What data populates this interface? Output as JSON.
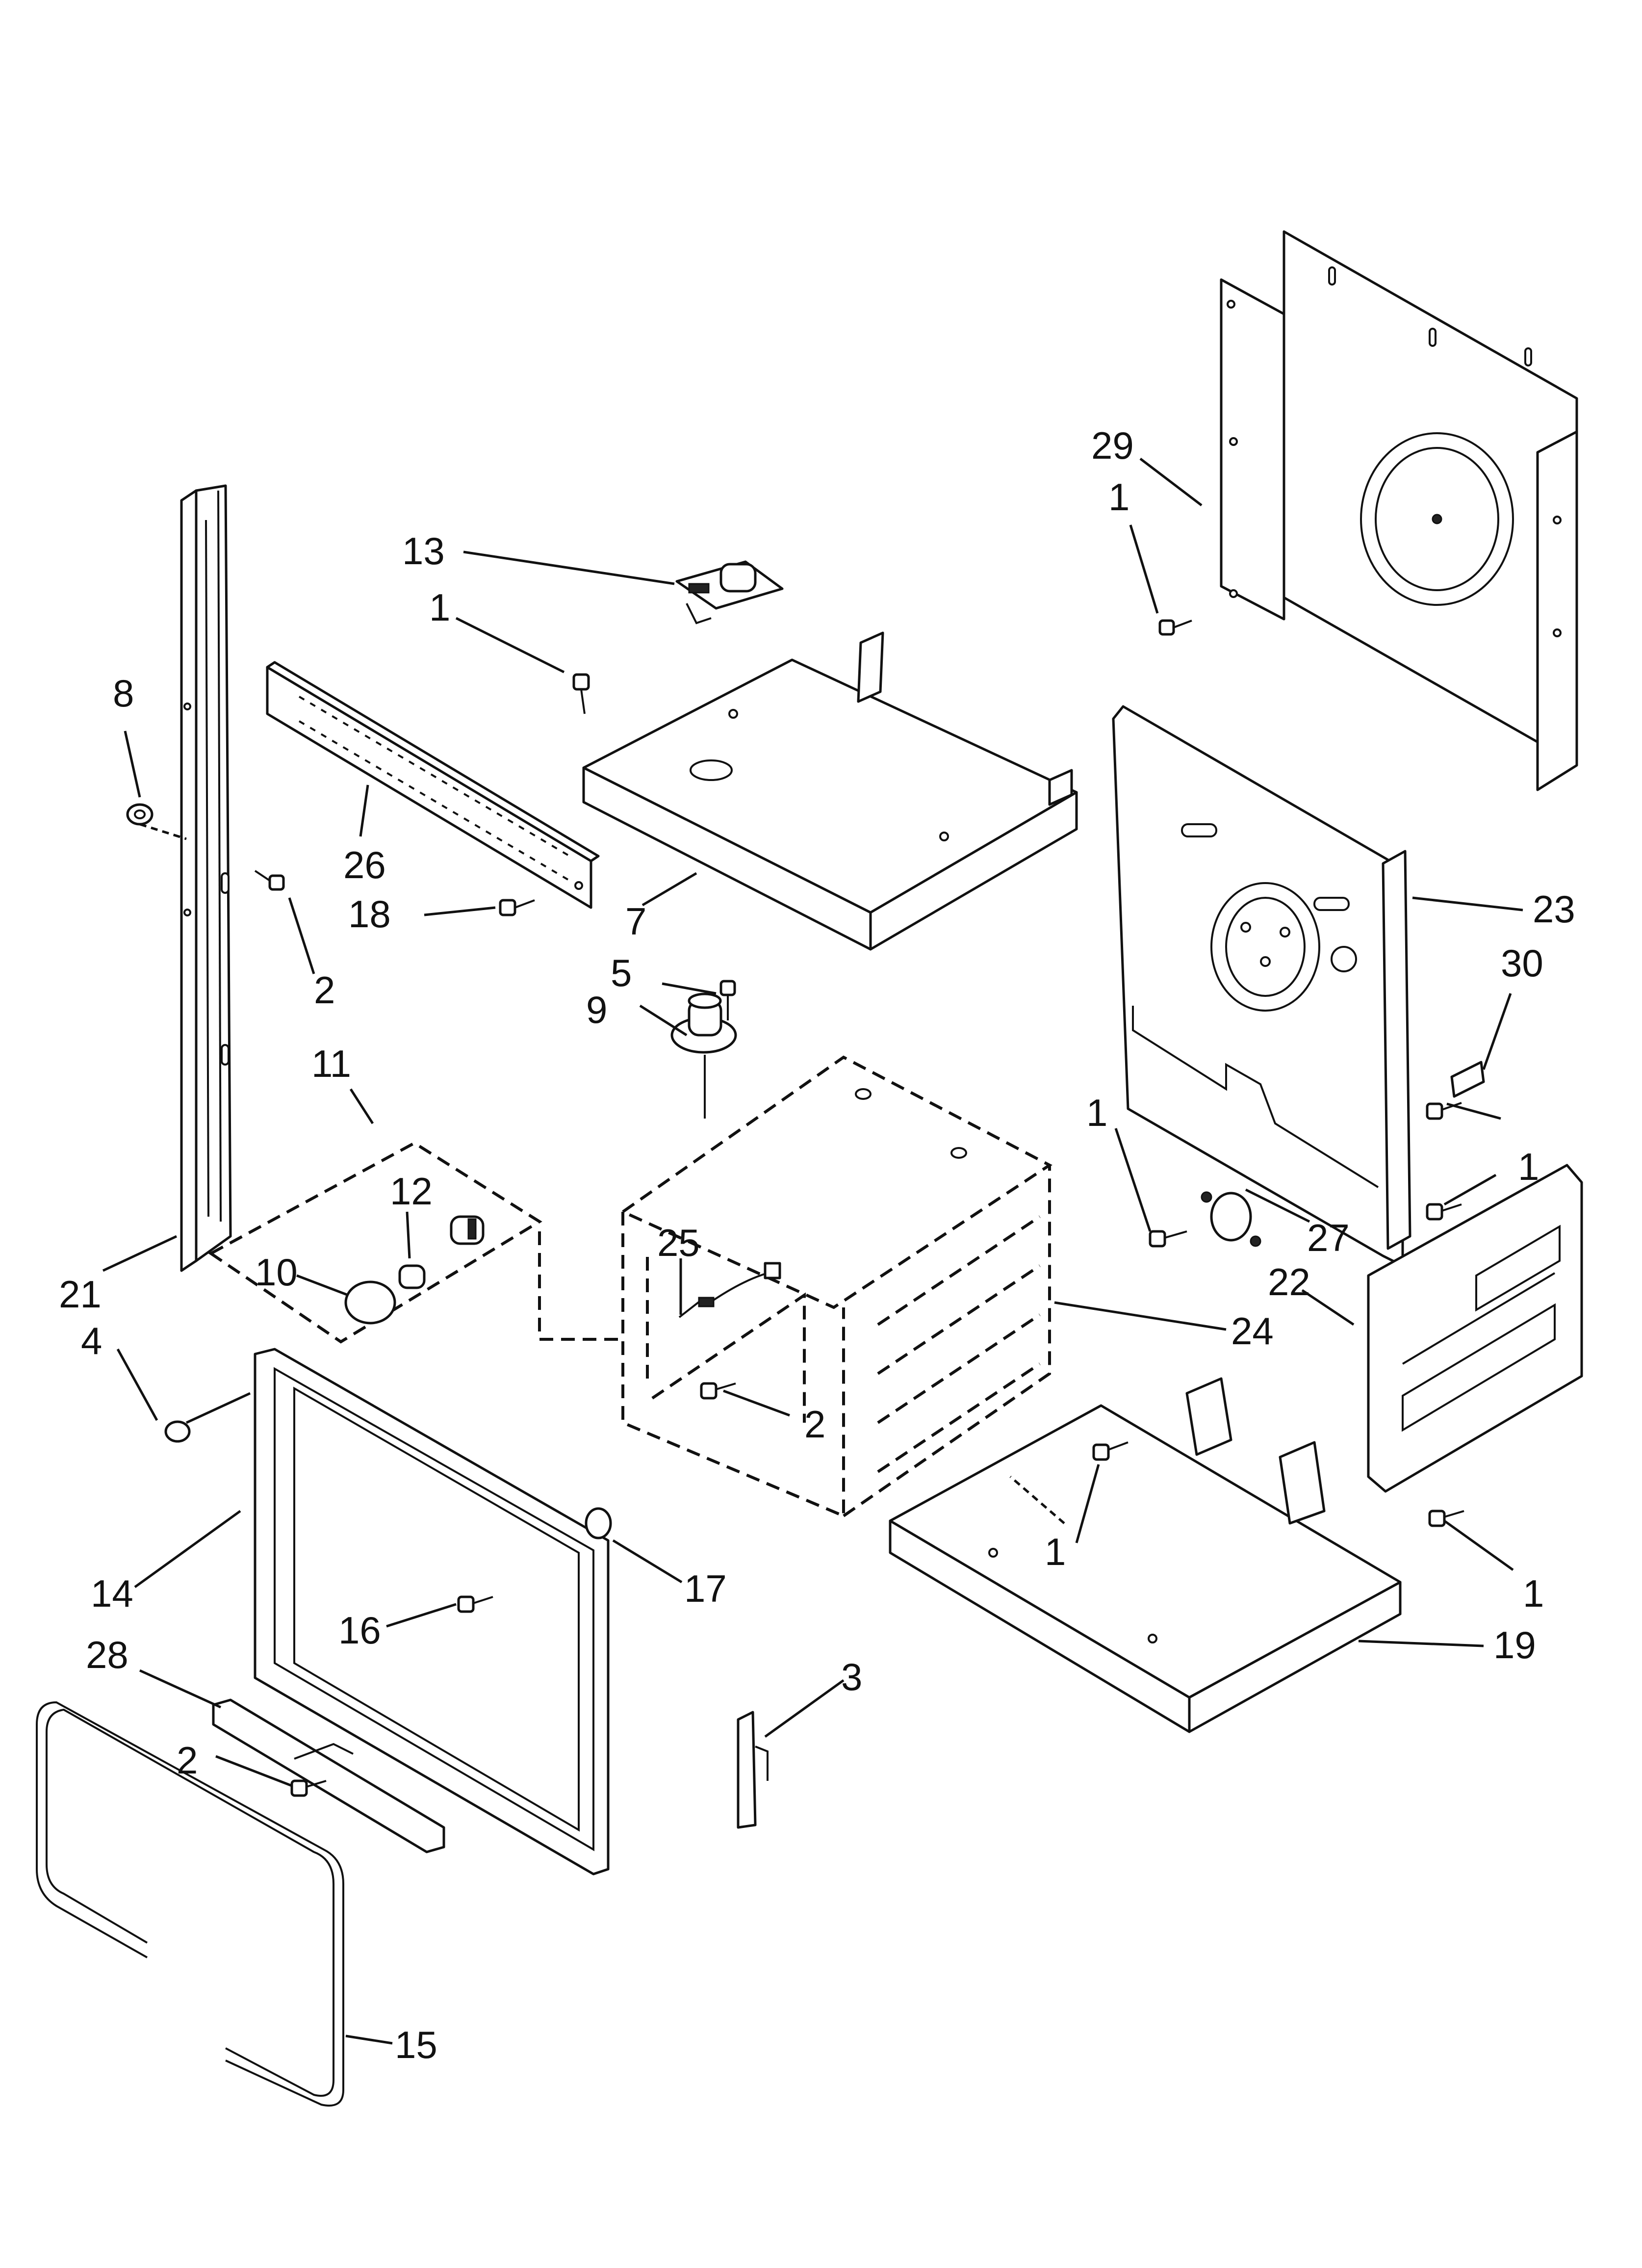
{
  "callouts": [
    {
      "id": "29",
      "text": "29"
    },
    {
      "id": "1-top-right",
      "text": "1"
    },
    {
      "id": "13",
      "text": "13"
    },
    {
      "id": "1-top-center",
      "text": "1"
    },
    {
      "id": "8",
      "text": "8"
    },
    {
      "id": "26",
      "text": "26"
    },
    {
      "id": "18",
      "text": "18"
    },
    {
      "id": "7",
      "text": "7"
    },
    {
      "id": "2-left",
      "text": "2"
    },
    {
      "id": "5",
      "text": "5"
    },
    {
      "id": "9",
      "text": "9"
    },
    {
      "id": "23",
      "text": "23"
    },
    {
      "id": "30",
      "text": "30"
    },
    {
      "id": "11",
      "text": "11"
    },
    {
      "id": "12",
      "text": "12"
    },
    {
      "id": "1-right-a",
      "text": "1"
    },
    {
      "id": "1-right-b",
      "text": "1"
    },
    {
      "id": "27",
      "text": "27"
    },
    {
      "id": "10",
      "text": "10"
    },
    {
      "id": "25",
      "text": "25"
    },
    {
      "id": "21",
      "text": "21"
    },
    {
      "id": "22",
      "text": "22"
    },
    {
      "id": "24",
      "text": "24"
    },
    {
      "id": "4",
      "text": "4"
    },
    {
      "id": "2-center",
      "text": "2"
    },
    {
      "id": "1-bottom-center",
      "text": "1"
    },
    {
      "id": "1-bottom-right",
      "text": "1"
    },
    {
      "id": "14",
      "text": "14"
    },
    {
      "id": "17",
      "text": "17"
    },
    {
      "id": "16",
      "text": "16"
    },
    {
      "id": "19",
      "text": "19"
    },
    {
      "id": "28",
      "text": "28"
    },
    {
      "id": "3",
      "text": "3"
    },
    {
      "id": "2-bottom",
      "text": "2"
    },
    {
      "id": "15",
      "text": "15"
    }
  ]
}
